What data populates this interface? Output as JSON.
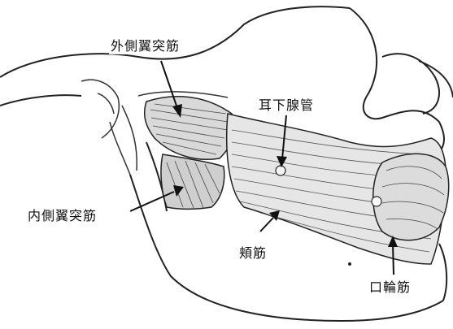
{
  "labels": {
    "lateral_pterygoid": "外側翼突筋",
    "medial_pterygoid": "内側翼突筋",
    "parotid_duct": "耳下腺管",
    "buccinator": "頬筋",
    "orbicularis_oris": "口輪筋"
  },
  "colors": {
    "ink": "#111111",
    "paper": "#ffffff"
  }
}
